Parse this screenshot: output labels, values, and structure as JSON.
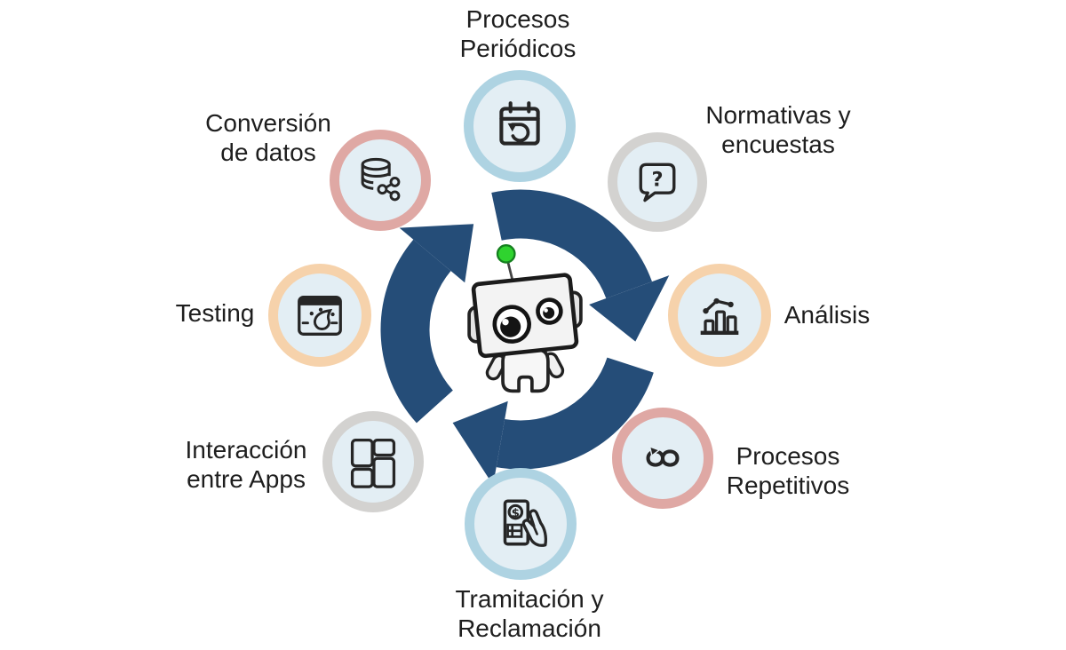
{
  "diagram": {
    "center": {
      "mascot": "robot-mascot-icon",
      "cycle": "cycle-arrows-icon",
      "description_colors": {
        "cycle_blue": "#254d78",
        "antenna_green": "#2fd32f"
      }
    },
    "colors": {
      "ring_light_blue": "#aed3e2",
      "ring_gray": "#d3d2d0",
      "ring_peach": "#f6d2ab",
      "ring_pink": "#dfa8a4",
      "circle_fill": "#e3eef4",
      "icon_stroke": "#262626",
      "text": "#1e1e1e",
      "background": "#ffffff"
    }
  },
  "nodes": [
    {
      "id": "procesos-periodicos",
      "lines": [
        "Procesos",
        "Periódicos"
      ],
      "icon": "calendar-sync-icon",
      "ring": "light_blue"
    },
    {
      "id": "normativas-encuestas",
      "lines": [
        "Normativas y",
        "encuestas"
      ],
      "icon": "question-bubble-icon",
      "ring": "gray"
    },
    {
      "id": "analisis",
      "lines": [
        "Análisis"
      ],
      "icon": "bar-line-chart-icon",
      "ring": "peach"
    },
    {
      "id": "procesos-repetitivos",
      "lines": [
        "Procesos",
        "Repetitivos"
      ],
      "icon": "infinity-arrow-icon",
      "ring": "pink"
    },
    {
      "id": "tramitacion-reclamacion",
      "lines": [
        "Tramitación y",
        "Reclamación"
      ],
      "icon": "invoice-hand-icon",
      "ring": "light_blue"
    },
    {
      "id": "interaccion-apps",
      "lines": [
        "Interacción",
        "entre Apps"
      ],
      "icon": "app-grid-icon",
      "ring": "gray"
    },
    {
      "id": "testing",
      "lines": [
        "Testing"
      ],
      "icon": "browser-gauge-icon",
      "ring": "peach"
    },
    {
      "id": "conversion-datos",
      "lines": [
        "Conversión",
        "de datos"
      ],
      "icon": "database-share-icon",
      "ring": "pink"
    }
  ]
}
